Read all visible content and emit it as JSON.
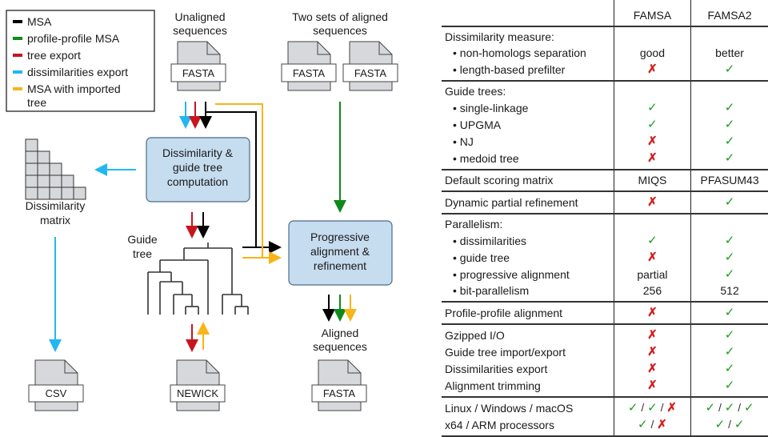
{
  "colors": {
    "msa": "#000000",
    "profile_profile": "#0f8a1a",
    "tree_export": "#c8141e",
    "dissim_export": "#23b7f0",
    "imported_tree": "#f8b418",
    "process_box_fill": "#c6dcef",
    "process_box_stroke": "#4d6a8a",
    "doc_fill": "#d6d8db",
    "check": "#1e9a1e",
    "cross": "#d42020"
  },
  "legend": [
    {
      "label": "MSA",
      "color_key": "msa"
    },
    {
      "label": "profile-profile MSA",
      "color_key": "profile_profile"
    },
    {
      "label": "tree export",
      "color_key": "tree_export"
    },
    {
      "label": "dissimilarities export",
      "color_key": "dissim_export"
    },
    {
      "label": "MSA with imported",
      "label2": "tree",
      "color_key": "imported_tree"
    }
  ],
  "diagram": {
    "unaligned": {
      "title1": "Unaligned",
      "title2": "sequences",
      "doc": "FASTA"
    },
    "aligned_pair": {
      "title1": "Two sets of aligned",
      "title2": "sequences",
      "doc1": "FASTA",
      "doc2": "FASTA"
    },
    "dissim_box": {
      "line1": "Dissimilarity &",
      "line2": "guide tree",
      "line3": "computation"
    },
    "prog_box": {
      "line1": "Progressive",
      "line2": "alignment &",
      "line3": "refinement"
    },
    "matrix": {
      "line1": "Dissimilarity",
      "line2": "matrix"
    },
    "guide_tree": {
      "line1": "Guide",
      "line2": "tree"
    },
    "output_aligned": {
      "title1": "Aligned",
      "title2": "sequences",
      "doc": "FASTA"
    },
    "csv_doc": "CSV",
    "newick_doc": "NEWICK"
  },
  "comparison": {
    "headers": [
      "",
      "FAMSA",
      "FAMSA2"
    ],
    "groups": [
      {
        "rows": [
          {
            "feature": "Dissimilarity measure:",
            "sub": false,
            "famsa": "",
            "famsa2": ""
          },
          {
            "feature": "• non-homologs separation",
            "sub": true,
            "famsa": "good",
            "famsa2": "better"
          },
          {
            "feature": "• length-based prefilter",
            "sub": true,
            "famsa": "✗",
            "famsa2": "✓"
          }
        ]
      },
      {
        "rows": [
          {
            "feature": "Guide trees:",
            "sub": false,
            "famsa": "",
            "famsa2": ""
          },
          {
            "feature": "• single-linkage",
            "sub": true,
            "famsa": "✓",
            "famsa2": "✓"
          },
          {
            "feature": "• UPGMA",
            "sub": true,
            "famsa": "✓",
            "famsa2": "✓"
          },
          {
            "feature": "• NJ",
            "sub": true,
            "famsa": "✗",
            "famsa2": "✓"
          },
          {
            "feature": "• medoid tree",
            "sub": true,
            "famsa": "✗",
            "famsa2": "✓"
          }
        ]
      },
      {
        "rows": [
          {
            "feature": "Default scoring matrix",
            "sub": false,
            "famsa": "MIQS",
            "famsa2": "PFASUM43"
          }
        ]
      },
      {
        "rows": [
          {
            "feature": "Dynamic partial refinement",
            "sub": false,
            "famsa": "✗",
            "famsa2": "✓"
          }
        ]
      },
      {
        "rows": [
          {
            "feature": "Parallelism:",
            "sub": false,
            "famsa": "",
            "famsa2": ""
          },
          {
            "feature": "• dissimilarities",
            "sub": true,
            "famsa": "✓",
            "famsa2": "✓"
          },
          {
            "feature": "• guide tree",
            "sub": true,
            "famsa": "✗",
            "famsa2": "✓"
          },
          {
            "feature": "• progressive alignment",
            "sub": true,
            "famsa": "partial",
            "famsa2": "✓"
          },
          {
            "feature": "• bit-parallelism",
            "sub": true,
            "famsa": "256",
            "famsa2": "512"
          }
        ]
      },
      {
        "rows": [
          {
            "feature": "Profile-profile alignment",
            "sub": false,
            "famsa": "✗",
            "famsa2": "✓"
          }
        ]
      },
      {
        "rows": [
          {
            "feature": "Gzipped I/O",
            "sub": false,
            "famsa": "✗",
            "famsa2": "✓"
          },
          {
            "feature": "Guide tree import/export",
            "sub": false,
            "famsa": "✗",
            "famsa2": "✓"
          },
          {
            "feature": "Dissimilarities export",
            "sub": false,
            "famsa": "✗",
            "famsa2": "✓"
          },
          {
            "feature": "Alignment trimming",
            "sub": false,
            "famsa": "✗",
            "famsa2": "✓"
          }
        ]
      },
      {
        "rows": [
          {
            "feature": "Linux / Windows / macOS",
            "sub": false,
            "famsa": "✓/✓/✗",
            "famsa2": "✓/✓/✓"
          },
          {
            "feature": "x64 / ARM processors",
            "sub": false,
            "famsa": "✓/✗",
            "famsa2": "✓/✓"
          }
        ]
      }
    ]
  }
}
